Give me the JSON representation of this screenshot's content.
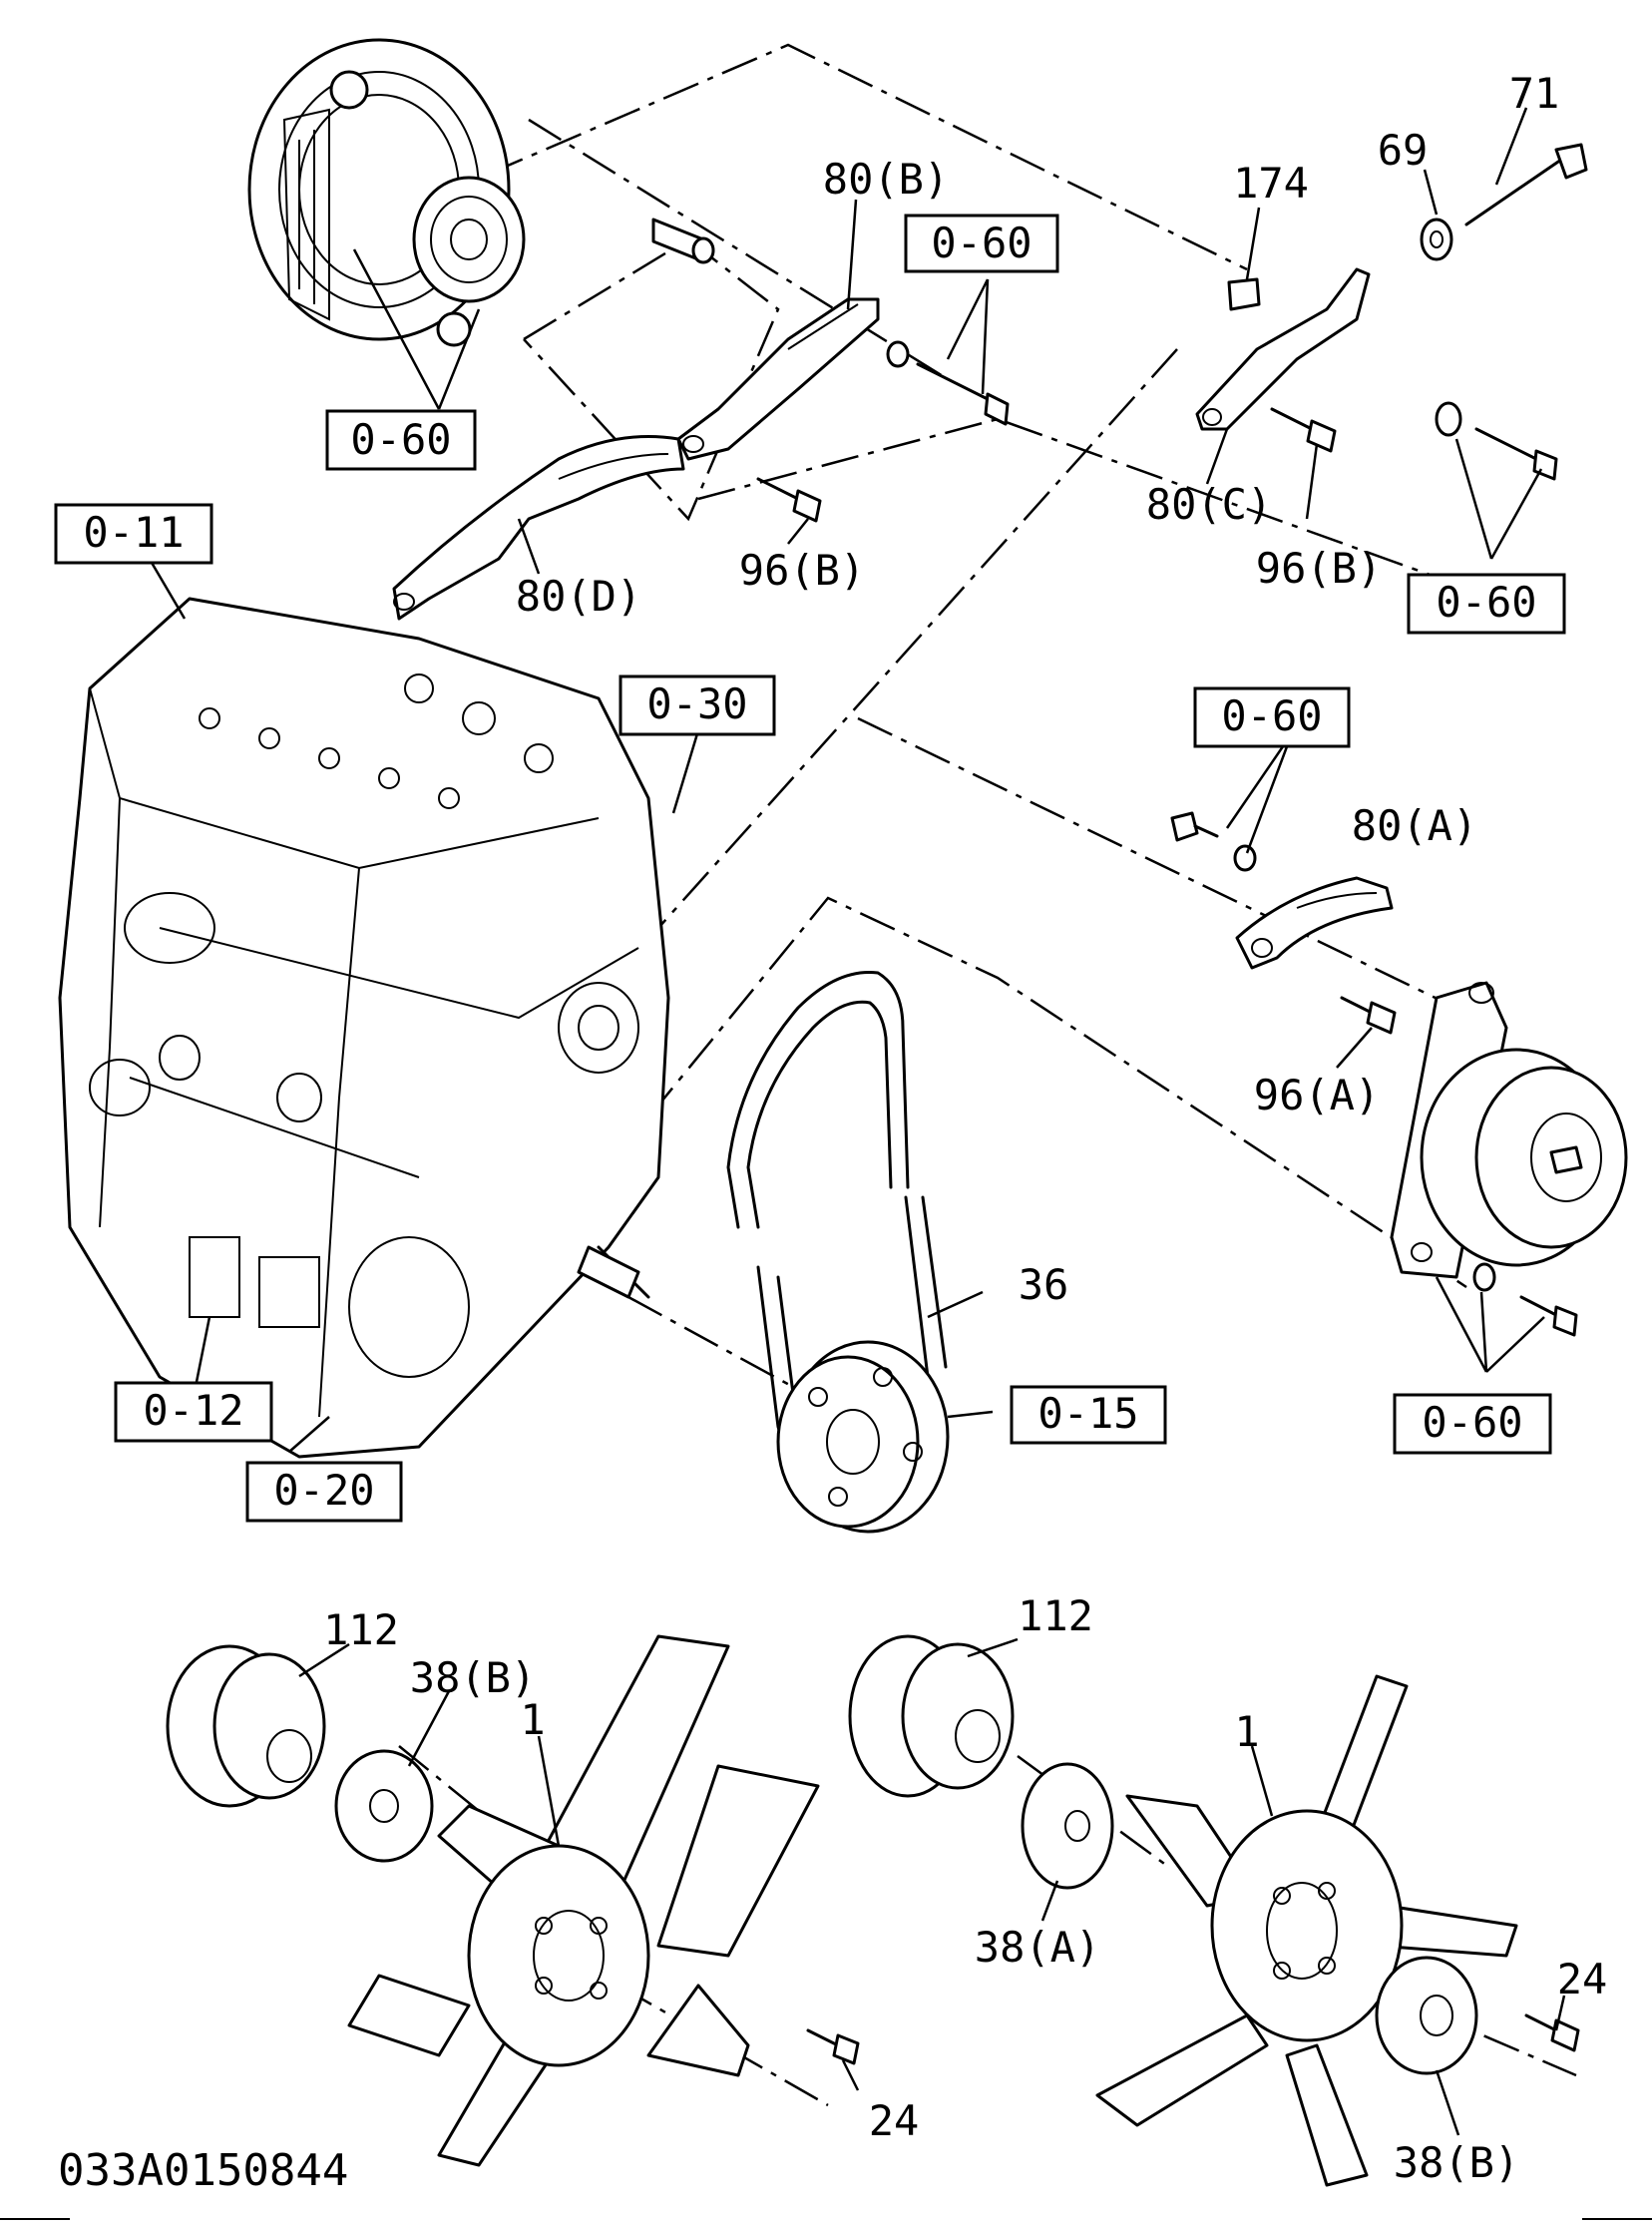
{
  "drawing_id": "033A0150844",
  "reference_boxes": {
    "alternator_ref": "0-60",
    "bolt_ref_upper": "0-60",
    "bracket_c_ref": "0-60",
    "fan_bracket_bolt_ref": "0-60",
    "fan_bracket_lower_ref": "0-60",
    "cylinder_head_ref": "0-11",
    "injection_ref": "0-30",
    "crankcase_ref": "0-12",
    "front_cover_ref": "0-20",
    "crank_pulley_ref": "0-15"
  },
  "callouts": {
    "c_71": "71",
    "c_69": "69",
    "c_174": "174",
    "c_80b": "80(B)",
    "c_80c": "80(C)",
    "c_80d": "80(D)",
    "c_96b_left": "96(B)",
    "c_96b_right": "96(B)",
    "c_80a": "80(A)",
    "c_96a": "96(A)",
    "c_36": "36",
    "c_112_left": "112",
    "c_38b_left": "38(B)",
    "c_1_left": "1",
    "c_24_left": "24",
    "c_112_right": "112",
    "c_1_right": "1",
    "c_38a": "38(A)",
    "c_24_right": "24",
    "c_38b_right": "38(B)"
  }
}
